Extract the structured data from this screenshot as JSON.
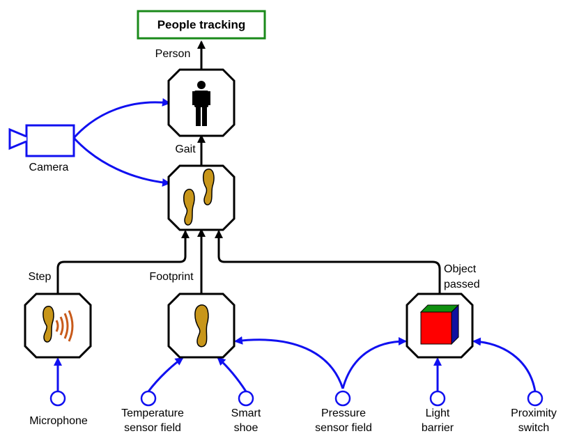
{
  "title": "People tracking",
  "colors": {
    "edge": "#000000",
    "sensor": "#1010f0",
    "title_border": "#1a8a1a",
    "foot": "#c8961a",
    "sound_wave": "#c85a1a",
    "cube_front": "#ff0000",
    "cube_top": "#109010",
    "cube_side": "#1010a0"
  },
  "nodes": {
    "person": {
      "icon": "person-icon"
    },
    "gait": {
      "icon": "footprints-icon"
    },
    "step": {
      "icon": "step-sound-icon"
    },
    "footprint": {
      "icon": "footprint-icon"
    },
    "object": {
      "icon": "cube-icon"
    }
  },
  "edge_labels": {
    "person": "Person",
    "gait": "Gait",
    "step": "Step",
    "footprint": "Footprint",
    "object_line1": "Object",
    "object_line2": "passed"
  },
  "sensors": {
    "camera": "Camera",
    "microphone": "Microphone",
    "temperature_line1": "Temperature",
    "temperature_line2": "sensor field",
    "smart_shoe_line1": "Smart",
    "smart_shoe_line2": "shoe",
    "pressure_line1": "Pressure",
    "pressure_line2": "sensor field",
    "light_line1": "Light",
    "light_line2": "barrier",
    "proximity_line1": "Proximity",
    "proximity_line2": "switch"
  }
}
